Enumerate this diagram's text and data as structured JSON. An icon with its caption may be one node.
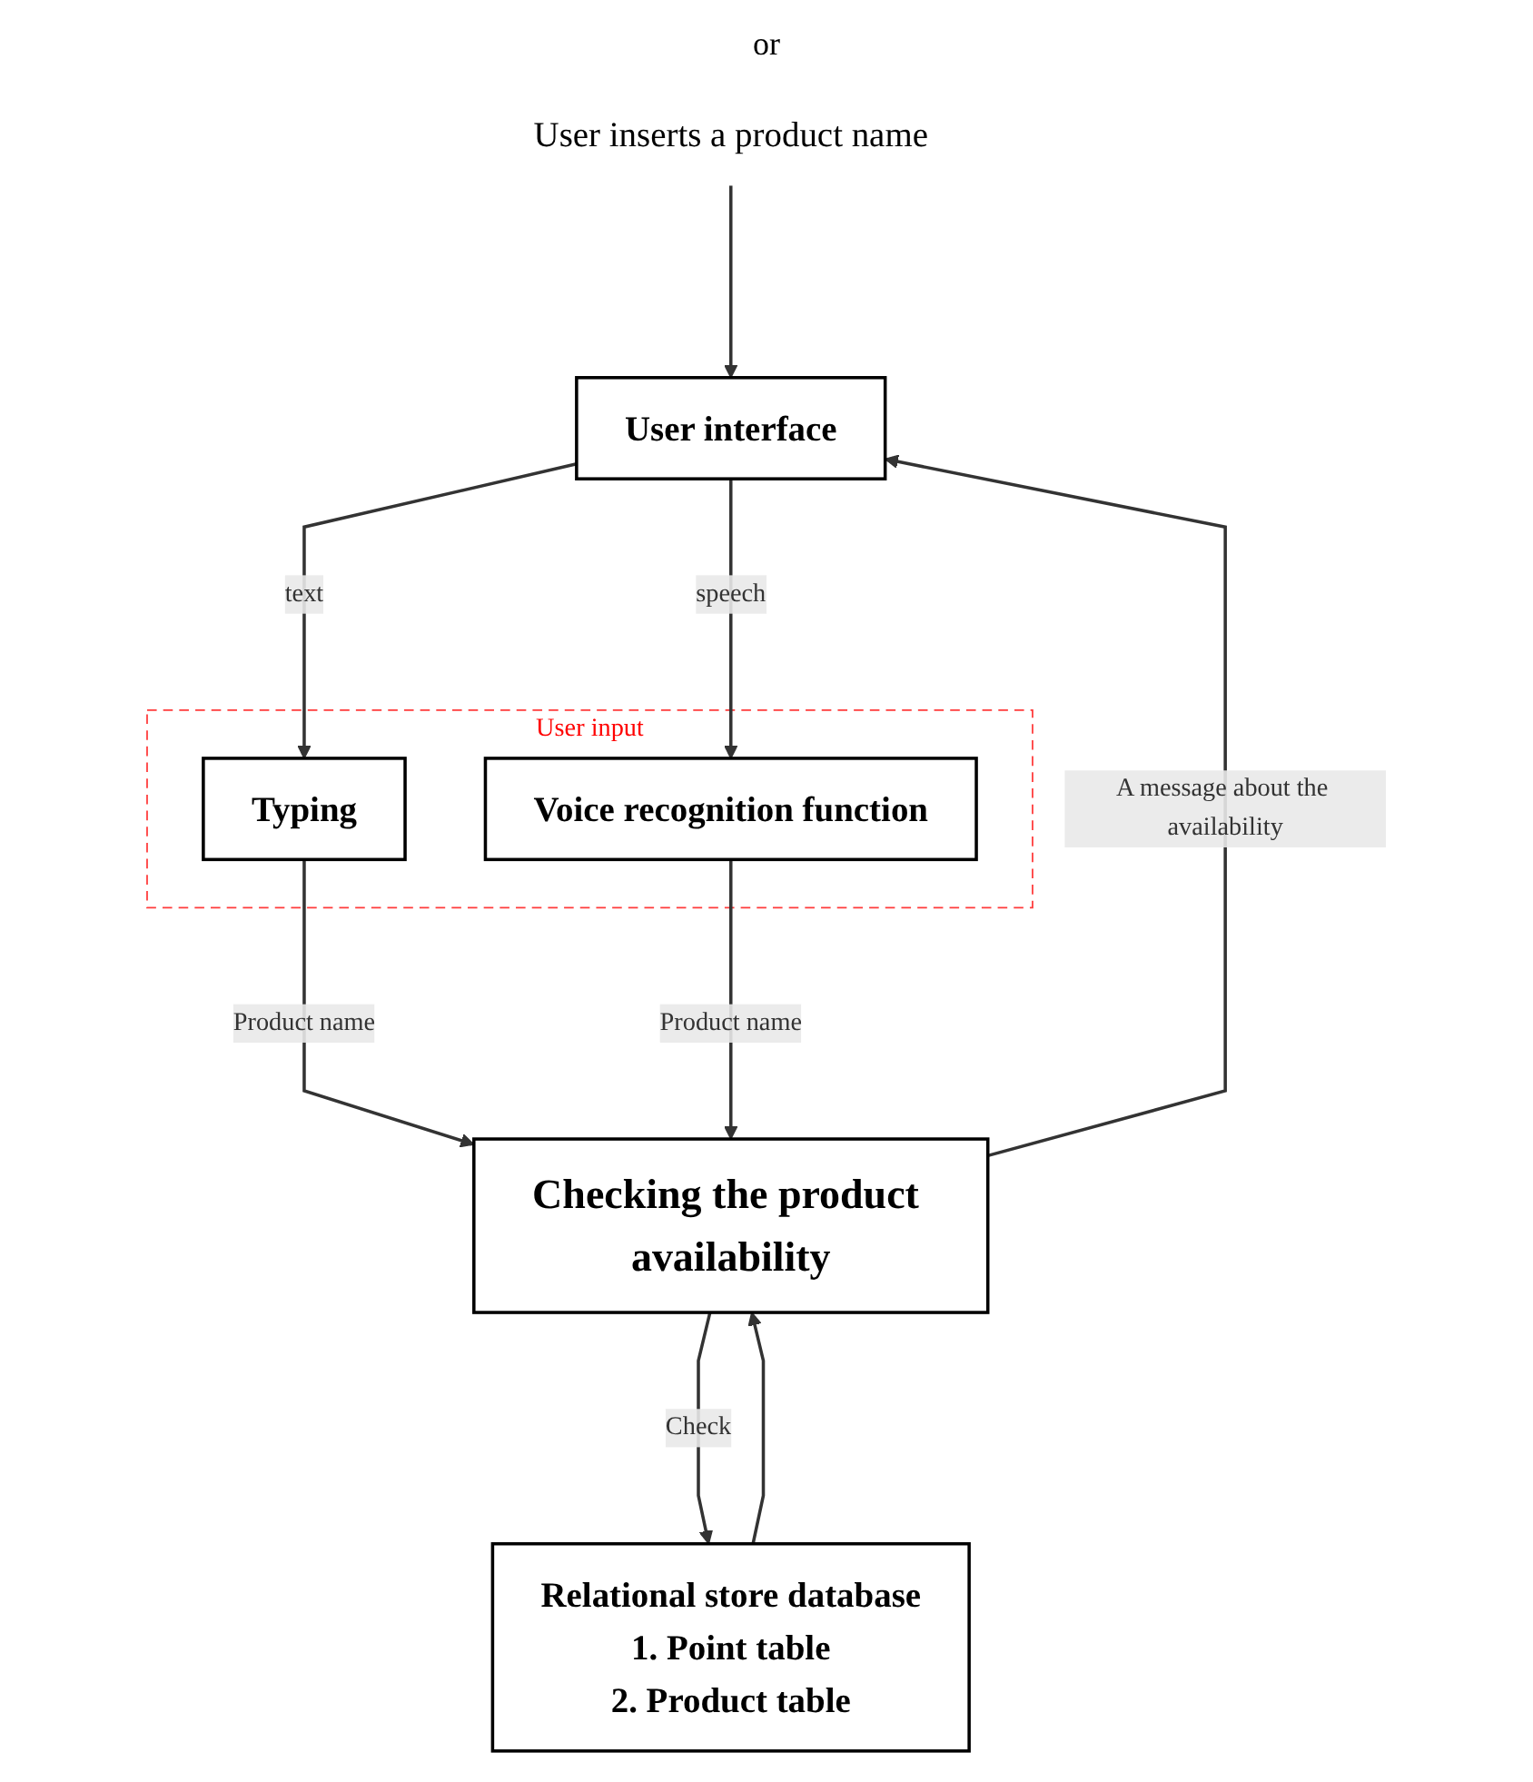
{
  "diagram": {
    "nodes": [
      {
        "text": [
          "User inserts a product name"
        ]
      },
      {
        "text": [
          "User interface"
        ]
      },
      {
        "text": [
          "User input"
        ]
      },
      {
        "text": [
          "Typing"
        ],
        "in": 2
      },
      {
        "text": [
          "Voice recognition function"
        ],
        "in": 2
      },
      {
        "text": [
          "Checking the product availability"
        ]
      },
      {
        "text": [
          "Relational store database",
          "1. Point table",
          "2. Product table"
        ]
      }
    ],
    "edges": [
      {
        "from": 0,
        "to": 1,
        "arrow": "to"
      },
      {
        "from": 1,
        "to": 3,
        "arrow": "to",
        "label": "text"
      },
      {
        "from": 1,
        "to": 4,
        "arrow": "to",
        "label": "speech"
      },
      {
        "from": 3,
        "to": 5,
        "arrow": "to",
        "label": "Product name"
      },
      {
        "from": 4,
        "to": 5,
        "arrow": "to",
        "label": "Product name"
      },
      {
        "from": 5,
        "to": 1,
        "arrow": "to",
        "label": "A message about the availability"
      },
      {
        "from": 6,
        "to": 5,
        "arrow": "to"
      },
      {
        "from": 5,
        "to": 6,
        "arrow": "to",
        "label": "Check"
      }
    ],
    "labels": [
      "or"
    ]
  }
}
